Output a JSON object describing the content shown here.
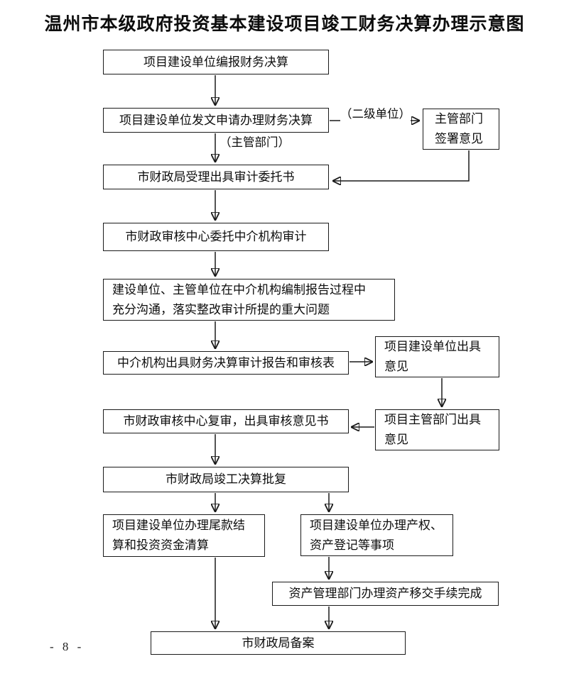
{
  "page": {
    "title": "温州市本级政府投资基本建设项目竣工财务决算办理示意图",
    "page_number": "- 8 -"
  },
  "nodes": {
    "n1": {
      "text": "项目建设单位编报财务决算"
    },
    "n2": {
      "text": "项目建设单位发文申请办理财务决算"
    },
    "n2a": {
      "text": "主管部门\n签署意见"
    },
    "n3": {
      "text": "市财政局受理出具审计委托书"
    },
    "n4": {
      "text": "市财政审核中心委托中介机构审计"
    },
    "n5": {
      "text": "建设单位、主管单位在中介机构编制报告过程中\n充分沟通，落实整改审计所提的重大问题"
    },
    "n6": {
      "text": "中介机构出具财务决算审计报告和审核表"
    },
    "n6a": {
      "text": "项目建设单位出具\n意见"
    },
    "n7": {
      "text": "市财政审核中心复审，出具审核意见书"
    },
    "n7a": {
      "text": "项目主管部门出具\n意见"
    },
    "n8": {
      "text": "市财政局竣工决算批复"
    },
    "n9": {
      "text": "项目建设单位办理尾款结\n算和投资资金清算"
    },
    "n10": {
      "text": "项目建设单位办理产权、\n资产登记等事项"
    },
    "n11": {
      "text": "资产管理部门办理资产移交手续完成"
    },
    "n12": {
      "text": "市财政局备案"
    }
  },
  "labels": {
    "secondary_unit": "（二级单位）",
    "competent_dept": "（主管部门）"
  },
  "colors": {
    "line": "#1a1a1a",
    "background": "#ffffff",
    "text": "#0d0d0d"
  }
}
